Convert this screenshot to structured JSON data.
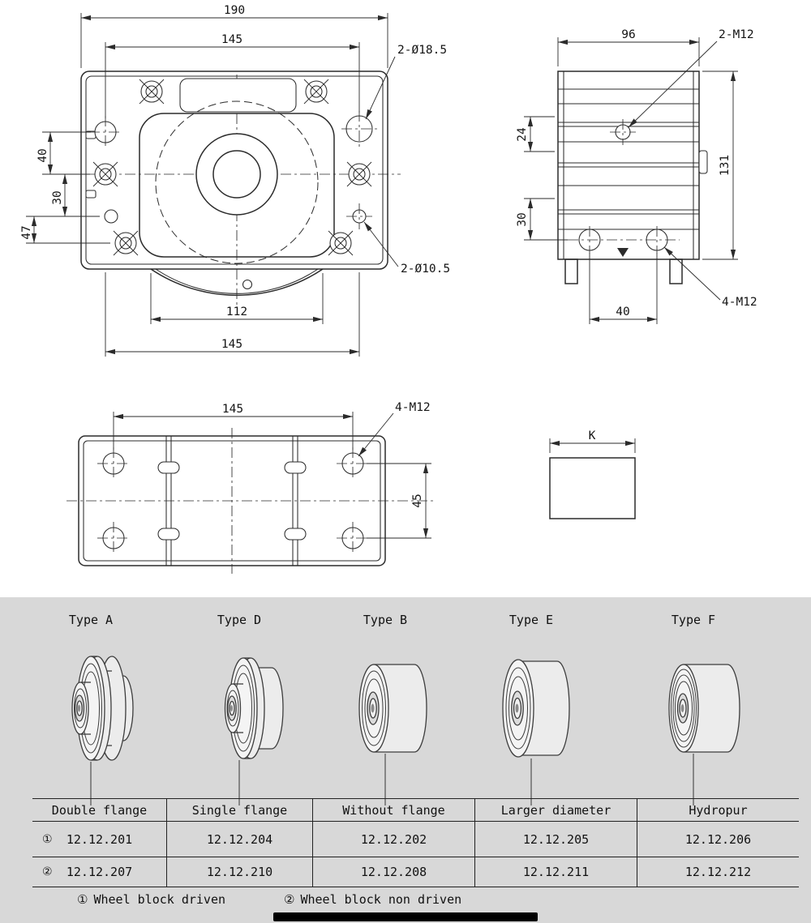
{
  "drawing": {
    "front": {
      "dim_width_outer": "190",
      "dim_width_holes_top": "145",
      "label_holes_large": "2-Ø18.5",
      "dim_40": "40",
      "dim_30": "30",
      "dim_47": "47",
      "label_holes_small": "2-Ø10.5",
      "dim_112": "112",
      "dim_width_holes_bottom": "145"
    },
    "side": {
      "dim_96": "96",
      "label_m12_top": "2-M12",
      "dim_24": "24",
      "dim_30": "30",
      "dim_131": "131",
      "dim_40": "40",
      "label_m12_bottom": "4-M12"
    },
    "bottom": {
      "dim_145": "145",
      "label_m12": "4-M12",
      "dim_45": "45"
    },
    "key_block": {
      "dim_k": "K"
    }
  },
  "panel": {
    "types": [
      {
        "label": "Type A",
        "flange": "Double flange",
        "code_driven": "12.12.201",
        "code_non_driven": "12.12.207"
      },
      {
        "label": "Type D",
        "flange": "Single flange",
        "code_driven": "12.12.204",
        "code_non_driven": "12.12.210"
      },
      {
        "label": "Type B",
        "flange": "Without flange",
        "code_driven": "12.12.202",
        "code_non_driven": "12.12.208"
      },
      {
        "label": "Type E",
        "flange": "Larger diameter",
        "code_driven": "12.12.205",
        "code_non_driven": "12.12.211"
      },
      {
        "label": "Type F",
        "flange": "Hydropur",
        "code_driven": "12.12.206",
        "code_non_driven": "12.12.212"
      }
    ],
    "markers": {
      "driven": "①",
      "non_driven": "②"
    },
    "legend": {
      "driven_marker": "①",
      "driven_text": "Wheel block driven",
      "non_driven_marker": "②",
      "non_driven_text": "Wheel block non driven"
    }
  }
}
